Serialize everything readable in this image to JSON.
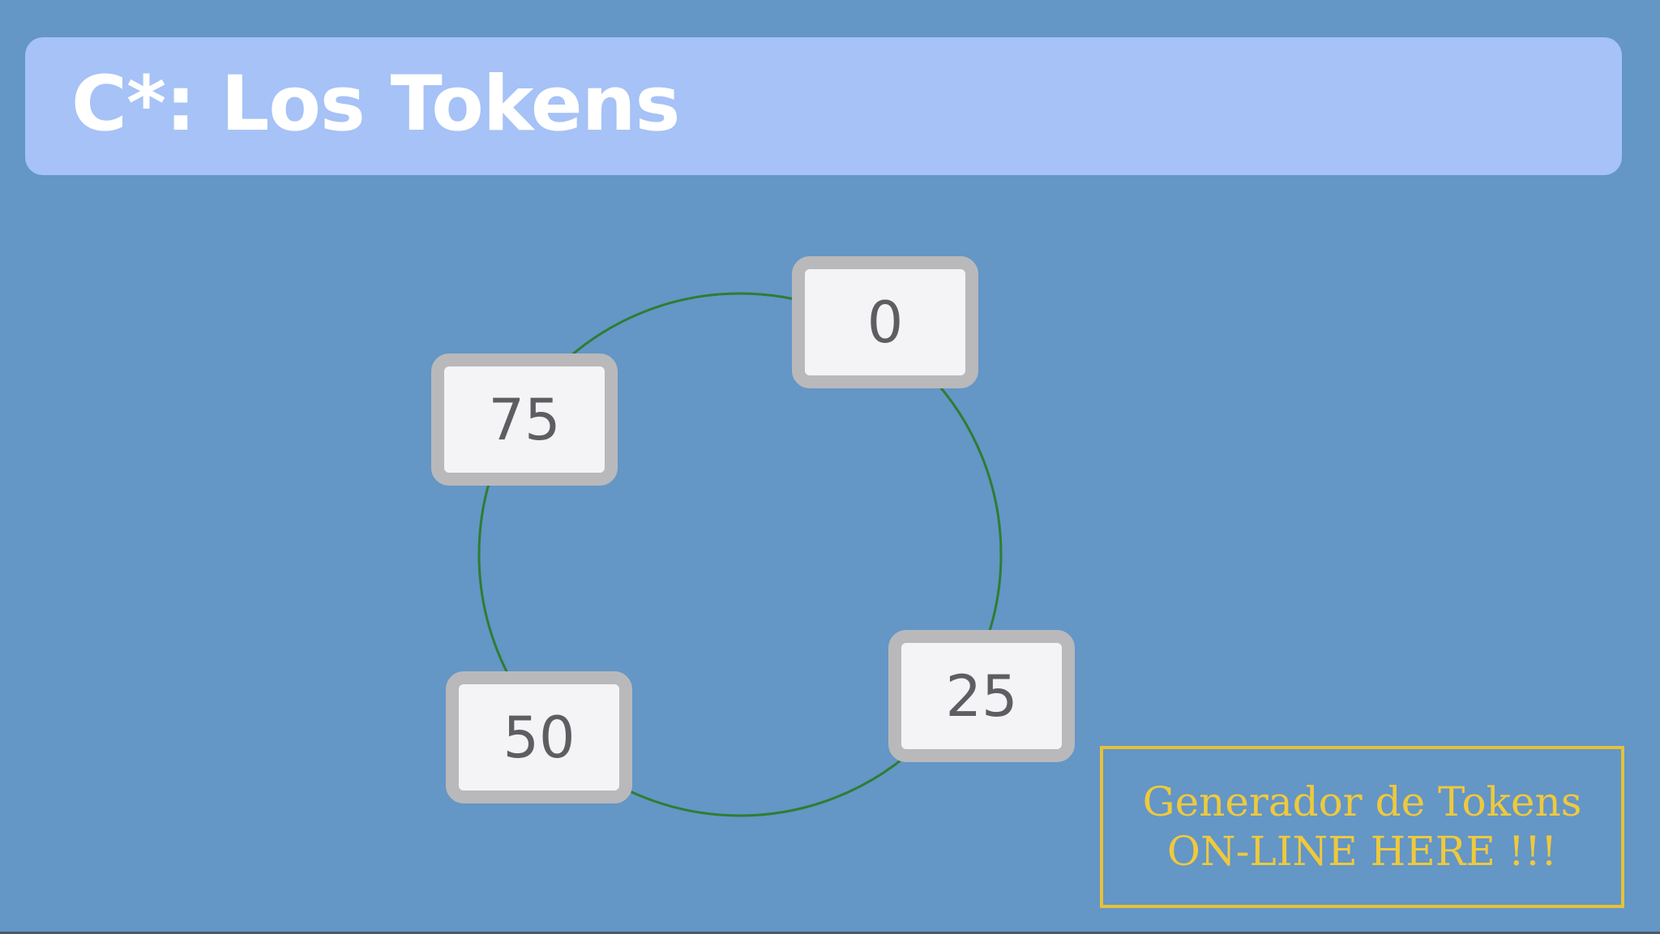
{
  "header": {
    "title": "C*: Los Tokens"
  },
  "ring": {
    "stroke_color": "#2e7d32",
    "tokens": [
      {
        "value": "0"
      },
      {
        "value": "75"
      },
      {
        "value": "25"
      },
      {
        "value": "50"
      }
    ]
  },
  "cta": {
    "line1": "Generador de Tokens",
    "line2": "ON-LINE HERE !!!",
    "color": "#efc93c"
  },
  "colors": {
    "background": "#6496c6",
    "title_bar": "#a6c2f6",
    "token_fill": "#f4f3f5",
    "token_border": "#b9b9bb",
    "token_text": "#5e5e62"
  }
}
